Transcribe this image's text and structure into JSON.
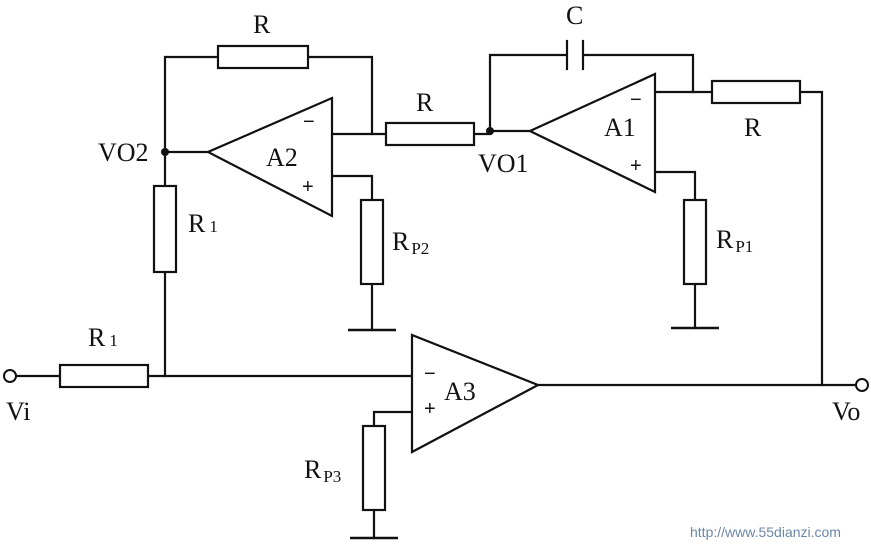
{
  "labels": {
    "r_feedback_a2": "R",
    "r_series": "R",
    "r_feedback_a1": "R",
    "c": "C",
    "vo2": "VO2",
    "vo1": "VO1",
    "r1_vertical": "R",
    "r1_vertical_sub": "1",
    "r1_input": "R",
    "r1_input_sub": "1",
    "rp2": "R",
    "rp2_sub": "P2",
    "rp1": "R",
    "rp1_sub": "P1",
    "rp3": "R",
    "rp3_sub": "P3",
    "vi": "Vi",
    "vo": "Vo"
  },
  "amplifiers": {
    "a1": {
      "name": "A1",
      "minus": "−",
      "plus": "+"
    },
    "a2": {
      "name": "A2",
      "minus": "−",
      "plus": "+"
    },
    "a3": {
      "name": "A3",
      "minus": "−",
      "plus": "+"
    }
  },
  "watermark": "http://www.55dianzi.com"
}
